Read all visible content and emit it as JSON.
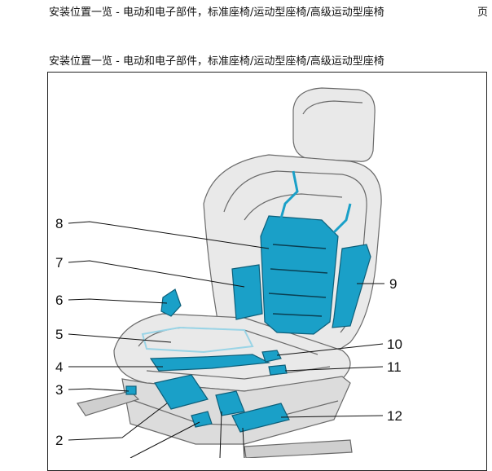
{
  "header": {
    "title": "安装位置一览 - 电动和电子部件，标准座椅/运动型座椅/高级运动型座椅",
    "page_label": "页"
  },
  "figure": {
    "caption": "安装位置一览 - 电动和电子部件，标准座椅/运动型座椅/高级运动型座椅",
    "callouts": [
      "8",
      "7",
      "6",
      "5",
      "4",
      "3",
      "2",
      "9",
      "10",
      "11",
      "12"
    ]
  },
  "colors": {
    "component": "#1aa0c8",
    "component_dark": "#0d5f7a",
    "seat_line": "#6b6b6b",
    "seat_fill": "#e9e9e9"
  }
}
